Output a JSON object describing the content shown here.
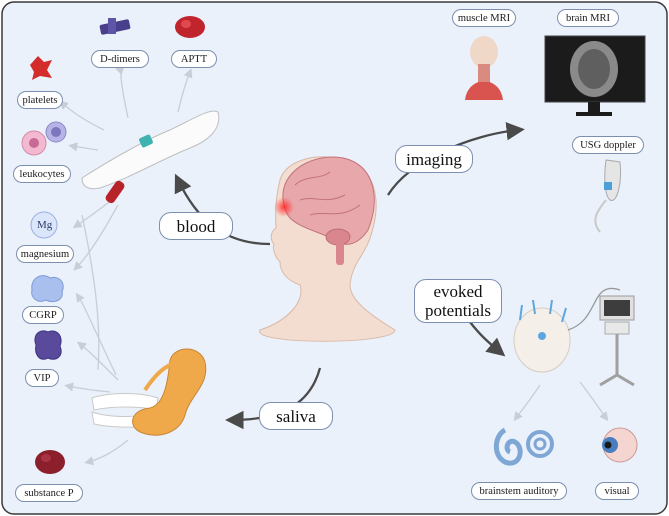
{
  "categories": {
    "blood": "blood",
    "imaging": "imaging",
    "evoked_line1": "evoked",
    "evoked_line2": "potentials",
    "saliva": "saliva"
  },
  "blood_markers": [
    "D-dimers",
    "APTT",
    "platelets",
    "leukocytes",
    "magnesium",
    "CGRP",
    "VIP",
    "substance P"
  ],
  "magnesium_symbol": "Mg",
  "imaging_methods": [
    "muscle MRI",
    "brain MRI",
    "USG doppler"
  ],
  "evoked_types": [
    "brainstem auditory",
    "visual"
  ],
  "colors": {
    "background": "#eaf1fb",
    "border": "#3a3a3a",
    "pill_border": "#7d8fb0",
    "arrow": "#4a4a4a",
    "thin_arrow": "#c8cdd6",
    "accent_red": "#e23b3b"
  }
}
